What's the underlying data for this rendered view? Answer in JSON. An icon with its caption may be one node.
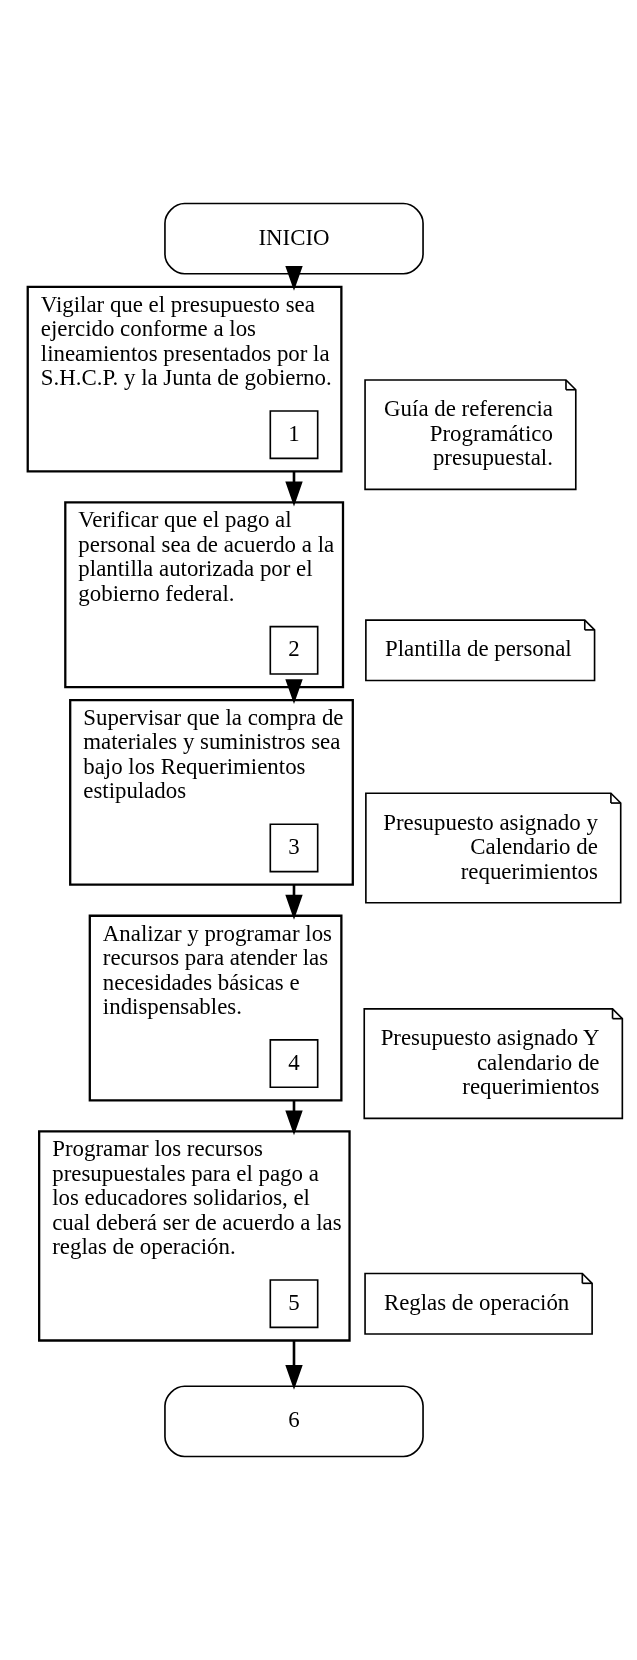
{
  "diagram": {
    "nodes": [
      {
        "text": [
          "INICIO"
        ]
      },
      {
        "text": [
          "Vigilar que el presupuesto sea ejercido conforme a los lineamientos presentados por la S.H.C.P. y la Junta de gobierno."
        ]
      },
      {
        "text": [
          "1"
        ],
        "in": 1
      },
      {
        "text": [
          "Guía de referencia Programático presupuestal."
        ]
      },
      {
        "text": [
          "Verificar que el pago al personal sea de acuerdo a la plantilla autorizada por el gobierno federal."
        ]
      },
      {
        "text": [
          "2"
        ],
        "in": 4
      },
      {
        "text": [
          "Plantilla de personal"
        ]
      },
      {
        "text": [
          "Supervisar que la compra de materiales y suministros sea bajo los Requerimientos estipulados"
        ]
      },
      {
        "text": [
          "3"
        ],
        "in": 7
      },
      {
        "text": [
          "Presupuesto asignado y Calendario de requerimientos"
        ]
      },
      {
        "text": [
          "Analizar y programar los recursos para atender las necesidades básicas e indispensables."
        ]
      },
      {
        "text": [
          "4"
        ],
        "in": 10
      },
      {
        "text": [
          "Presupuesto asignado Y calendario de requerimientos"
        ]
      },
      {
        "text": [
          "Programar los recursos presupuestales para el pago a los educadores solidarios, el cual deberá ser de acuerdo a las reglas de operación."
        ]
      },
      {
        "text": [
          "5"
        ],
        "in": 13
      },
      {
        "text": [
          "Reglas de operación"
        ]
      },
      {
        "text": [
          "6"
        ]
      }
    ],
    "edges": [
      {
        "from": 0,
        "to": 1,
        "arrow": "to"
      },
      {
        "from": 1,
        "to": 4,
        "arrow": "to"
      },
      {
        "from": 4,
        "to": 7,
        "arrow": "to"
      },
      {
        "from": 7,
        "to": 10,
        "arrow": "to"
      },
      {
        "from": 10,
        "to": 13,
        "arrow": "to"
      },
      {
        "from": 13,
        "to": 16,
        "arrow": "to"
      }
    ]
  }
}
